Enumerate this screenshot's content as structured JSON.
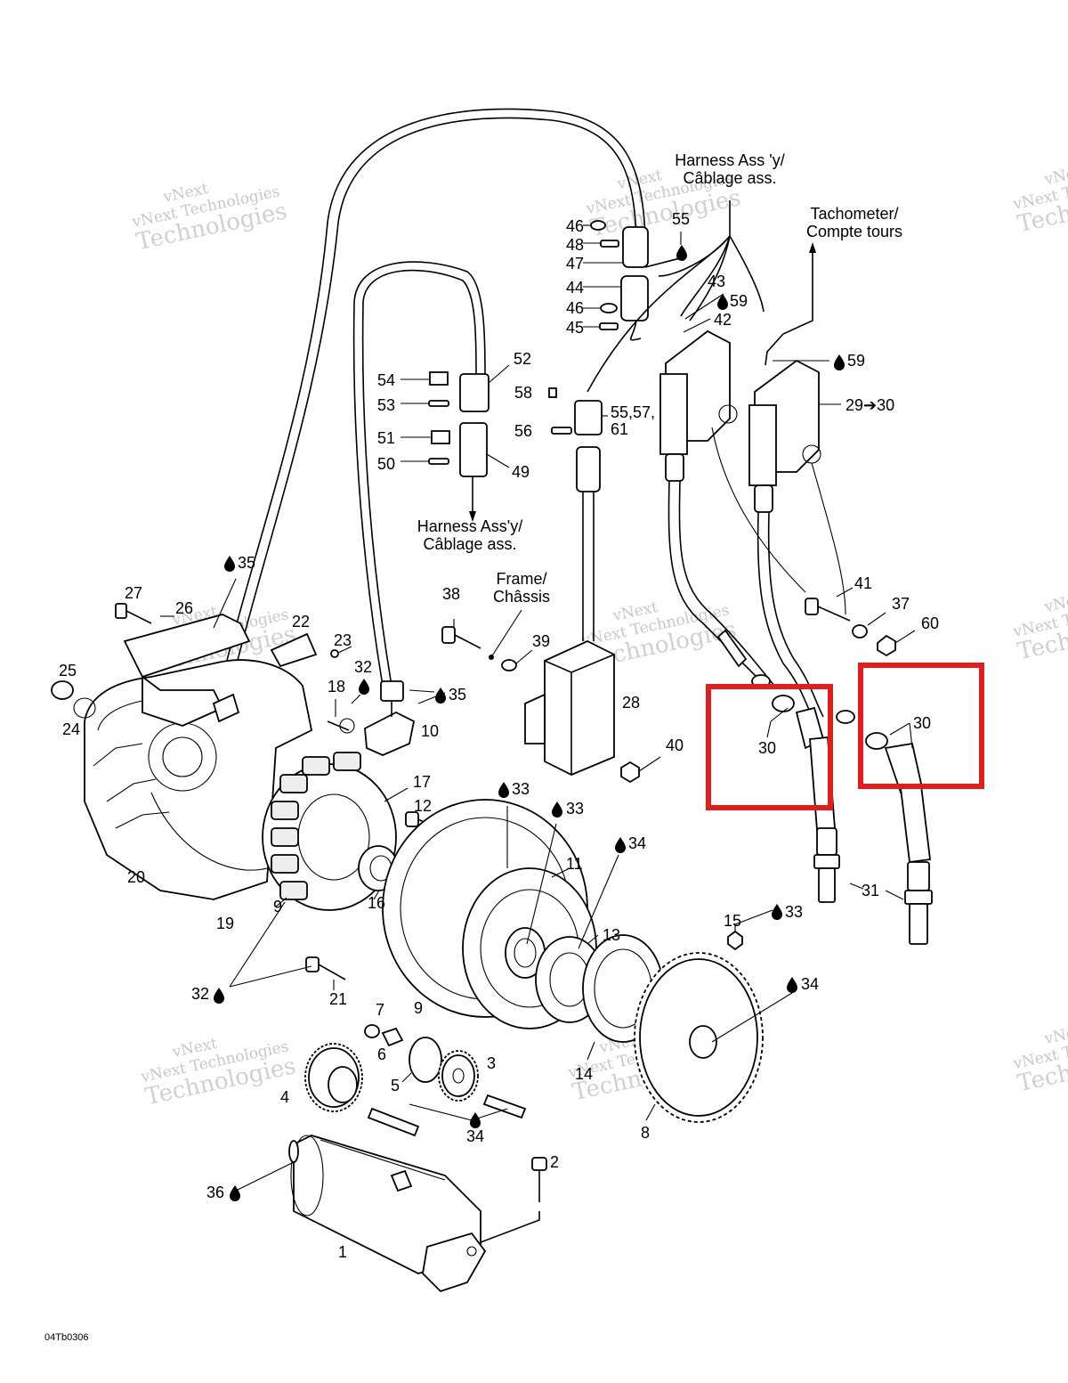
{
  "captions": {
    "harness_top_1": "Harness Ass 'y/",
    "harness_top_2": "Câblage ass.",
    "tacho_1": "Tachometer/",
    "tacho_2": "Compte tours",
    "harness_mid_1": "Harness Ass'y/",
    "harness_mid_2": "Câblage ass.",
    "frame_1": "Frame/",
    "frame_2": "Châssis"
  },
  "labels": {
    "l46a": "46",
    "l48": "48",
    "l47": "47",
    "l44": "44",
    "l46b": "46",
    "l45": "45",
    "l55": "55",
    "l43": "43",
    "l59a": "59",
    "l42": "42",
    "l59b": "59",
    "l29": "29➔30",
    "l54": "54",
    "l53": "53",
    "l52": "52",
    "l51": "51",
    "l50": "50",
    "l49": "49",
    "l58": "58",
    "l56": "56",
    "l555761a": "55,57,",
    "l555761b": "61",
    "l35a": "35",
    "l27": "27",
    "l26": "26",
    "l22": "22",
    "l23": "23",
    "l25": "25",
    "l24": "24",
    "l32a": "32",
    "l18": "18",
    "l35b": "35",
    "l10": "10",
    "l38": "38",
    "l39": "39",
    "l28": "28",
    "l40": "40",
    "l41": "41",
    "l37": "37",
    "l60": "60",
    "l30a": "30",
    "l30b": "30",
    "l31": "31",
    "l17": "17",
    "l12": "12",
    "l33a": "33",
    "l33b": "33",
    "l34a": "34",
    "l11": "11",
    "l20": "20",
    "l19": "19",
    "l9a": "9",
    "l16": "16",
    "l13": "13",
    "l15": "15",
    "l33c": "33",
    "l34b": "34",
    "l32b": "32",
    "l21": "21",
    "l9b": "9",
    "l7": "7",
    "l6": "6",
    "l5": "5",
    "l3": "3",
    "l4": "4",
    "l34c": "34",
    "l14": "14",
    "l8": "8",
    "l2": "2",
    "l36": "36",
    "l1": "1"
  },
  "watermark": {
    "line1": "vNext",
    "line2": "vNext Technologies",
    "line3": "Technologies"
  },
  "drawing_code": "04Tb0306",
  "highlight_color": "#e01e1e"
}
